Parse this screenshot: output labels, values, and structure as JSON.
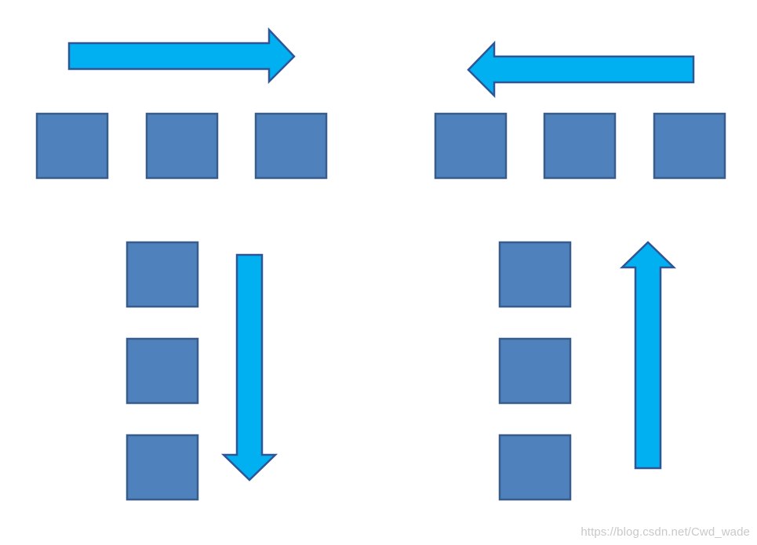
{
  "diagram": {
    "colors": {
      "background": "#ffffff",
      "box_fill": "#4f81bd",
      "box_stroke": "#385d8a",
      "arrow_fill": "#00b0f0",
      "arrow_stroke": "#2f5597"
    },
    "panels": [
      {
        "name": "top-left",
        "layout": "horizontal",
        "arrow_direction": "right",
        "box_count": 3
      },
      {
        "name": "top-right",
        "layout": "horizontal",
        "arrow_direction": "left",
        "box_count": 3
      },
      {
        "name": "bottom-left",
        "layout": "vertical",
        "arrow_direction": "down",
        "box_count": 3
      },
      {
        "name": "bottom-right",
        "layout": "vertical",
        "arrow_direction": "up",
        "box_count": 3
      }
    ]
  },
  "watermark": "https://blog.csdn.net/Cwd_wade"
}
